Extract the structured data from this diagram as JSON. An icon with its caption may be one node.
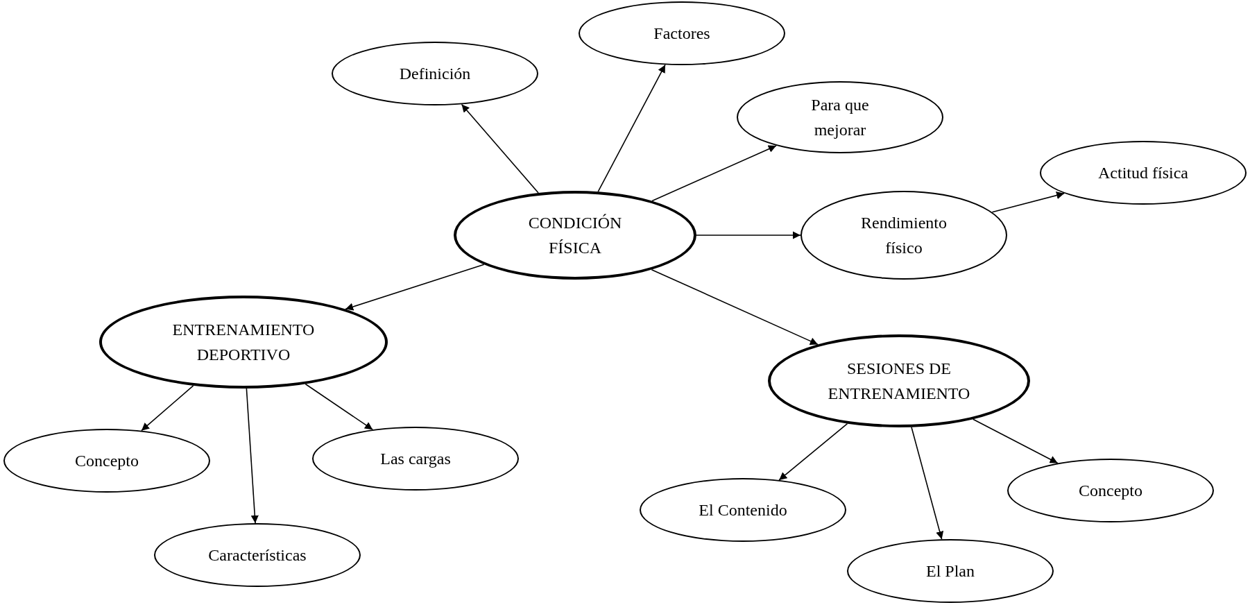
{
  "diagram": {
    "nodes": [
      {
        "text": [
          "CONDICIÓN FÍSICA"
        ]
      },
      {
        "text": [
          "Definición"
        ]
      },
      {
        "text": [
          "Factores"
        ]
      },
      {
        "text": [
          "Para que mejorar"
        ]
      },
      {
        "text": [
          "Rendimiento físico"
        ]
      },
      {
        "text": [
          "Actitud física"
        ]
      },
      {
        "text": [
          "ENTRENAMIENTO DEPORTIVO"
        ]
      },
      {
        "text": [
          "Concepto"
        ]
      },
      {
        "text": [
          "Las cargas"
        ]
      },
      {
        "text": [
          "Características"
        ]
      },
      {
        "text": [
          "SESIONES DE ENTRENAMIENTO"
        ]
      },
      {
        "text": [
          "El Contenido"
        ]
      },
      {
        "text": [
          "El Plan"
        ]
      },
      {
        "text": [
          "Concepto"
        ]
      }
    ],
    "edges": [
      {
        "from": 0,
        "to": 1,
        "arrow": "to"
      },
      {
        "from": 0,
        "to": 2,
        "arrow": "to"
      },
      {
        "from": 0,
        "to": 3,
        "arrow": "to"
      },
      {
        "from": 0,
        "to": 4,
        "arrow": "to"
      },
      {
        "from": 4,
        "to": 5,
        "arrow": "to"
      },
      {
        "from": 0,
        "to": 6,
        "arrow": "to"
      },
      {
        "from": 0,
        "to": 10,
        "arrow": "to"
      },
      {
        "from": 6,
        "to": 7,
        "arrow": "to"
      },
      {
        "from": 6,
        "to": 9,
        "arrow": "to"
      },
      {
        "from": 6,
        "to": 8,
        "arrow": "to"
      },
      {
        "from": 10,
        "to": 11,
        "arrow": "to"
      },
      {
        "from": 10,
        "to": 12,
        "arrow": "to"
      },
      {
        "from": 10,
        "to": 13,
        "arrow": "to"
      }
    ]
  }
}
